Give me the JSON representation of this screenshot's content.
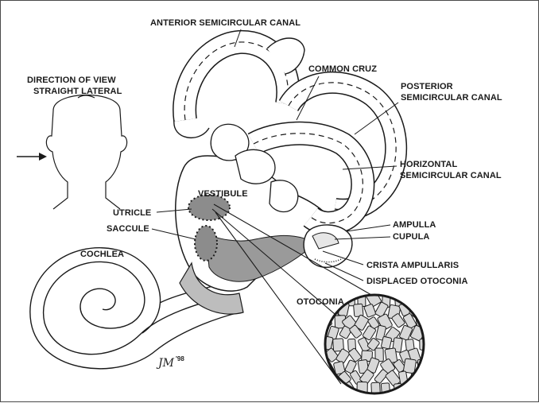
{
  "diagram": {
    "view_direction": {
      "line1": "DIRECTION OF VIEW",
      "line2": "STRAIGHT LATERAL"
    },
    "labels": {
      "anterior_canal": "ANTERIOR SEMICIRCULAR CANAL",
      "common_cruz": "COMMON CRUZ",
      "posterior_canal_1": "POSTERIOR",
      "posterior_canal_2": "SEMICIRCULAR CANAL",
      "horizontal_canal_1": "HORIZONTAL",
      "horizontal_canal_2": "SEMICIRCULAR CANAL",
      "vestibule": "VESTIBULE",
      "utricle": "UTRICLE",
      "saccule": "SACCULE",
      "ampulla": "AMPULLA",
      "cupula": "CUPULA",
      "cochlea": "COCHLEA",
      "crista_ampullaris": "CRISTA AMPULLARIS",
      "displaced_otoconia": "DISPLACED OTOCONIA",
      "otoconia": "OTOCONIA"
    },
    "signature": {
      "initials": "JM",
      "year": "'98"
    },
    "colors": {
      "ink": "#1a1a1a",
      "fluid_gray": "#9a9a9a",
      "crystal_fill": "#d8d8d8",
      "paper": "#ffffff"
    }
  }
}
